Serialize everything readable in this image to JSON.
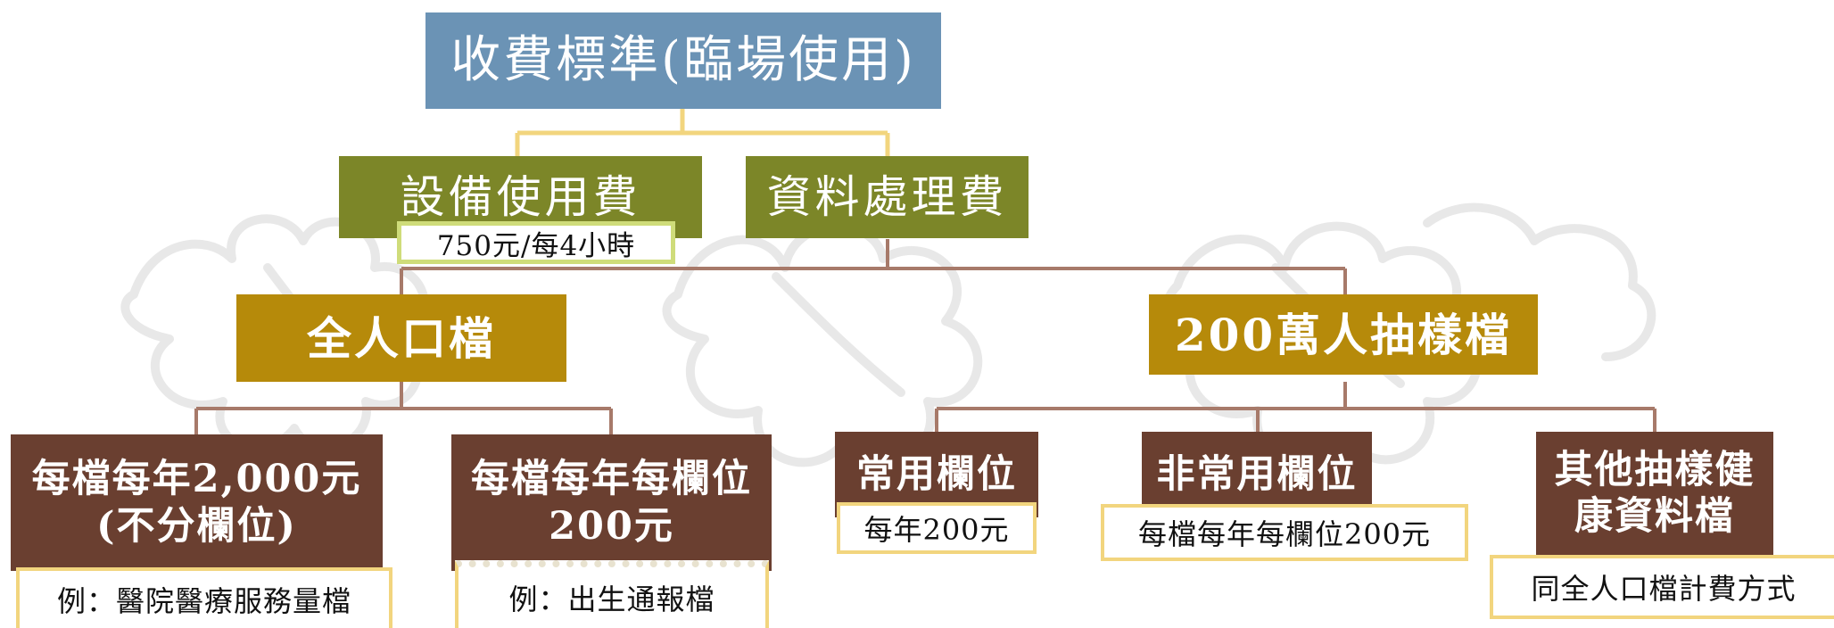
{
  "title": "收費標準(臨場使用)",
  "fees": {
    "equipment": {
      "label": "設備使用費",
      "note": "750元/每4小時"
    },
    "processing": {
      "label": "資料處理費"
    }
  },
  "population_file": {
    "label": "全人口檔",
    "options": [
      {
        "line1": "每檔每年2,000元",
        "line2": "(不分欄位)",
        "example": "例：醫院醫療服務量檔"
      },
      {
        "line1": "每檔每年每欄位",
        "line2": "200元",
        "example": "例：出生通報檔"
      }
    ]
  },
  "sample_file": {
    "label": "200萬人抽樣檔",
    "options": [
      {
        "label": "常用欄位",
        "note": "每年200元"
      },
      {
        "label": "非常用欄位",
        "note": "每檔每年每欄位200元"
      },
      {
        "line1": "其他抽樣健",
        "line2": "康資料檔",
        "note": "同全人口檔計費方式"
      }
    ]
  },
  "colors": {
    "title_box": "#6b93b5",
    "fee_box": "#7c8628",
    "file_box": "#b68a0a",
    "option_box": "#6a3f30",
    "connector_top": "#f2d57e",
    "connector_lower": "#a77a6a",
    "note_border": "#f2d57e"
  }
}
